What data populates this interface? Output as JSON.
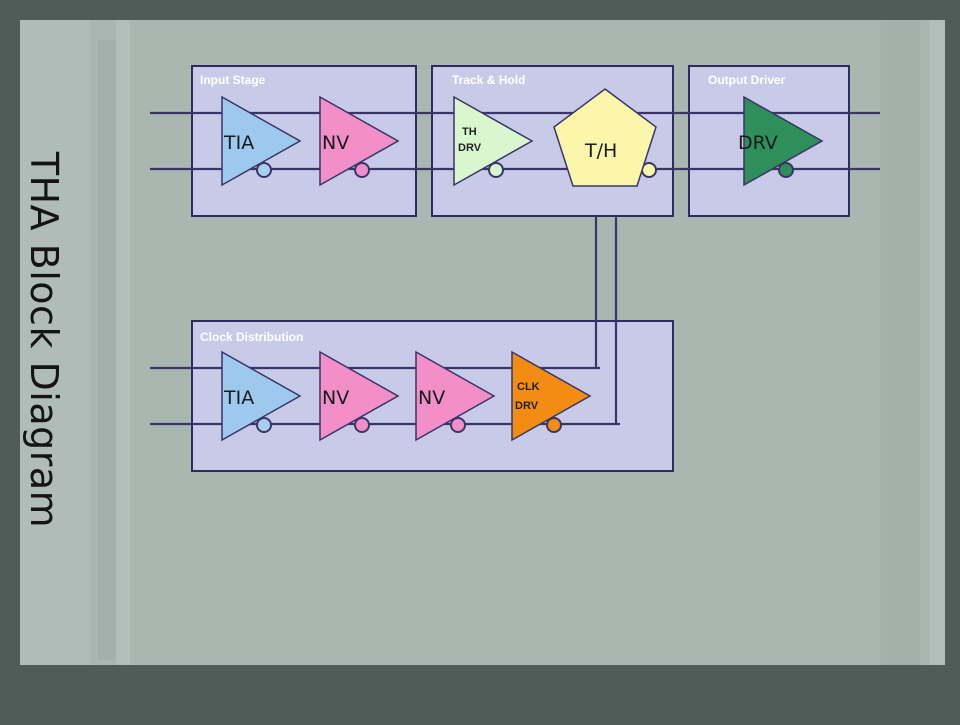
{
  "title": "THA Block Diagram",
  "colors": {
    "background_top": "#4e5d57",
    "content_area": "#a9b7b1",
    "panel_fill": "#c7cbe8",
    "panel_border": "#2e2b63",
    "wire": "#3a3568",
    "tia": "#9ec9ef",
    "nv": "#f28ec8",
    "th_drv": "#d9f7cf",
    "t_h": "#fbf6a9",
    "drv": "#2f8f5b",
    "clk_drv": "#f28c12",
    "bubble_blue": "#a9cdef",
    "bubble_pink": "#f28ec8",
    "bubble_green": "#2f8f5b"
  },
  "panels": {
    "input_stage": "Input Stage",
    "track_hold": "Track & Hold",
    "output_driver": "Output Driver",
    "clock_distribution": "Clock Distribution"
  },
  "blocks": {
    "input_tia": "TIA",
    "input_nv": "NV",
    "th_drv_line1": "TH",
    "th_drv_line2": "DRV",
    "track_hold": "T/H",
    "output_drv": "DRV",
    "clock_tia": "TIA",
    "clock_nv1": "NV",
    "clock_nv2": "NV",
    "clk_drv_line1": "CLK",
    "clk_drv_line2": "DRV"
  }
}
